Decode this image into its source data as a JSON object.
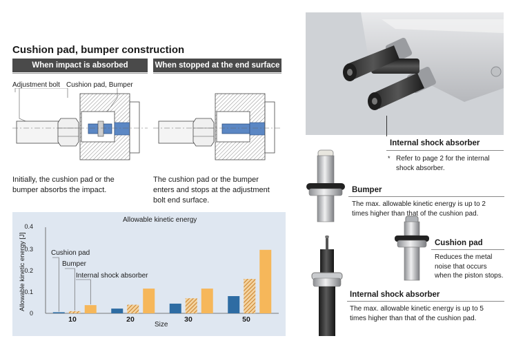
{
  "heading": "Cushion pad, bumper construction",
  "panels": [
    {
      "bar": "When impact is absorbed",
      "callouts": [
        "Adjustment bolt",
        "Cushion pad, Bumper"
      ],
      "caption": [
        "Initially, the cushion pad or the",
        "bumper absorbs the impact."
      ]
    },
    {
      "bar": "When stopped at the end surface",
      "caption": [
        "The cushion pad or the bumper",
        "enters and stops at the adjustment",
        "bolt end surface."
      ]
    }
  ],
  "chart_data": {
    "type": "bar",
    "title": "Allowable kinetic energy",
    "xlabel": "Size",
    "ylabel": "Allowable kinetic energy [J]",
    "categories": [
      "10",
      "20",
      "30",
      "50"
    ],
    "ylim": [
      0,
      0.4
    ],
    "yticks": [
      "0",
      "0.1",
      "0.2",
      "0.3",
      "0.4"
    ],
    "series": [
      {
        "name": "Cushion pad",
        "values": [
          0.005,
          0.022,
          0.045,
          0.08
        ],
        "color": "#2e6ca3"
      },
      {
        "name": "Bumper",
        "values": [
          0.01,
          0.04,
          0.07,
          0.16
        ],
        "color": "#d18a2b",
        "pattern": "hatched"
      },
      {
        "name": "Internal shock absorber",
        "values": [
          0.038,
          0.115,
          0.115,
          0.295
        ],
        "color": "#f6b75a"
      }
    ]
  },
  "photo": {
    "label": "Internal shock absorber",
    "note": [
      "Refer to page 2 for the internal",
      "shock absorber."
    ],
    "note_mark": "*"
  },
  "products": [
    {
      "title": "Bumper",
      "desc": [
        "The max. allowable kinetic energy is up to 2",
        "times higher than that of the cushion pad."
      ]
    },
    {
      "title": "Cushion pad",
      "desc": [
        "Reduces the metal",
        "noise that occurs",
        "when the piston stops."
      ]
    },
    {
      "title": "Internal shock absorber",
      "desc": [
        "The max. allowable kinetic energy is up to 5",
        "times higher than that of the cushion pad."
      ]
    }
  ],
  "colors": {
    "bar_bg": "#4a4a4a",
    "chart_bg": "#dfe7f1",
    "hatch": "#d18a2b"
  }
}
